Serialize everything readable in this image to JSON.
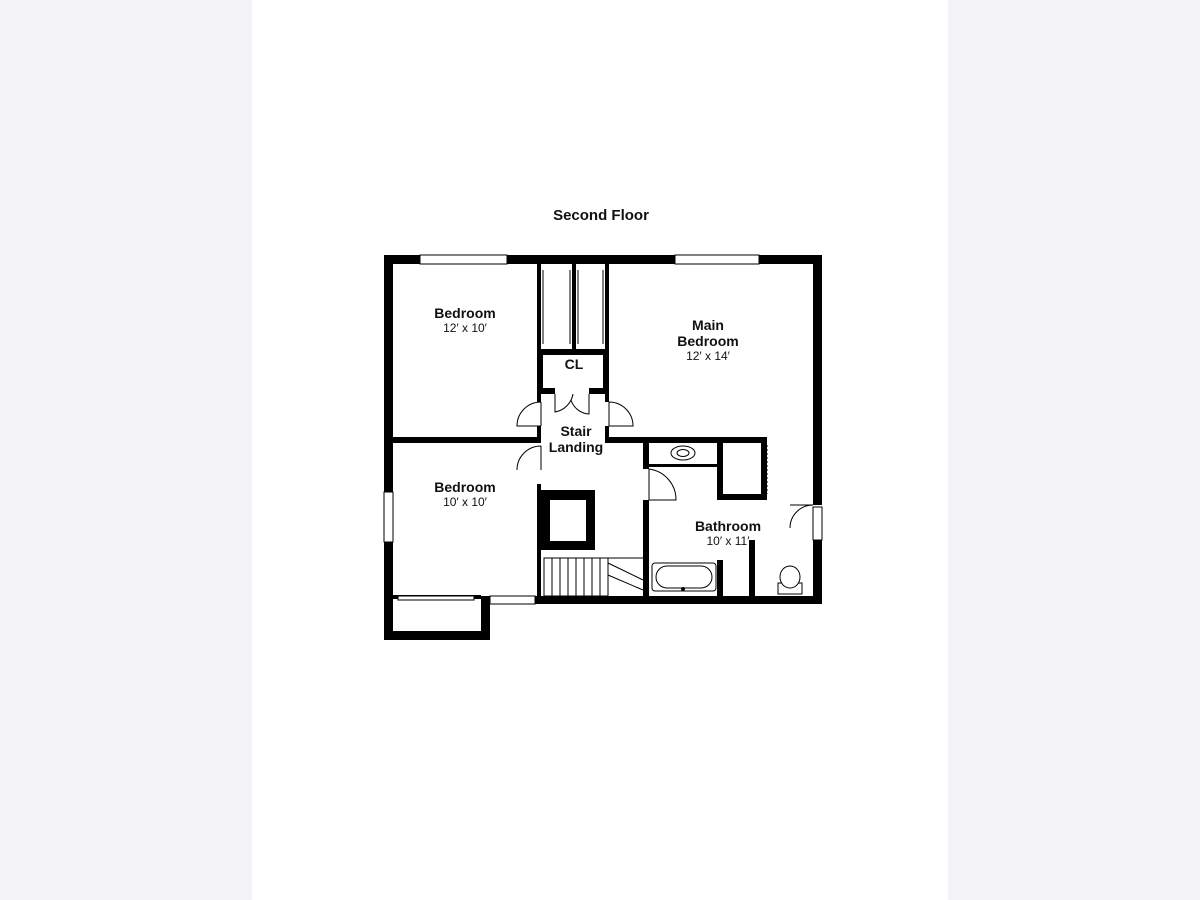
{
  "floor_title": "Second Floor",
  "rooms": {
    "bedroom_nw": {
      "name": "Bedroom",
      "size": "12′ x 10′"
    },
    "bedroom_sw": {
      "name": "Bedroom",
      "size": "10′ x 10′"
    },
    "main_bedroom": {
      "name_line1": "Main",
      "name_line2": "Bedroom",
      "size": "12′ x 14′"
    },
    "closet": {
      "name": "CL"
    },
    "stair_landing": {
      "line1": "Stair",
      "line2": "Landing"
    },
    "bathroom": {
      "name": "Bathroom",
      "size": "10′ x 11′"
    }
  },
  "colors": {
    "wall": "#000000",
    "page_bg": "#f4f3f7",
    "sheet_bg": "#ffffff"
  }
}
